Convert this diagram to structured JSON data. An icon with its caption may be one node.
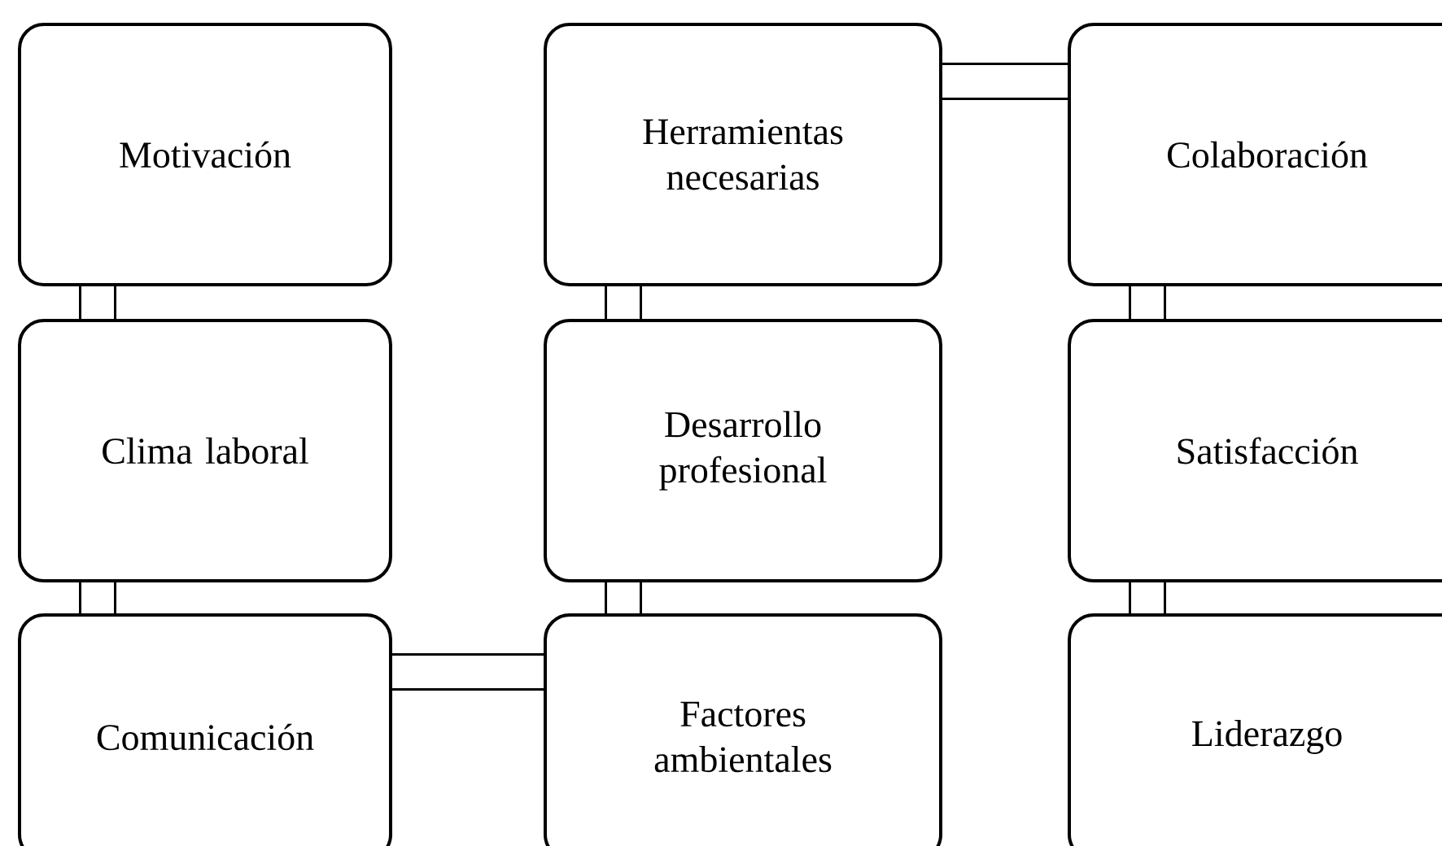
{
  "diagram": {
    "nodes": [
      {
        "text": [
          "Motivación"
        ]
      },
      {
        "text": [
          "Herramientas necesarias"
        ]
      },
      {
        "text": [
          "Colaboración"
        ]
      },
      {
        "text": [
          "Clima laboral"
        ]
      },
      {
        "text": [
          "Desarrollo profesional"
        ]
      },
      {
        "text": [
          "Satisfacción"
        ]
      },
      {
        "text": [
          "Comunicación"
        ]
      },
      {
        "text": [
          "Factores ambientales"
        ]
      },
      {
        "text": [
          "Liderazgo"
        ]
      }
    ],
    "edges": [
      {
        "from": 0,
        "to": 3,
        "arrow": "none"
      },
      {
        "from": 3,
        "to": 6,
        "arrow": "none"
      },
      {
        "from": 6,
        "to": 7,
        "arrow": "none"
      },
      {
        "from": 7,
        "to": 4,
        "arrow": "none"
      },
      {
        "from": 4,
        "to": 1,
        "arrow": "none"
      },
      {
        "from": 1,
        "to": 2,
        "arrow": "none"
      },
      {
        "from": 2,
        "to": 5,
        "arrow": "none"
      },
      {
        "from": 5,
        "to": 8,
        "arrow": "none"
      }
    ]
  }
}
